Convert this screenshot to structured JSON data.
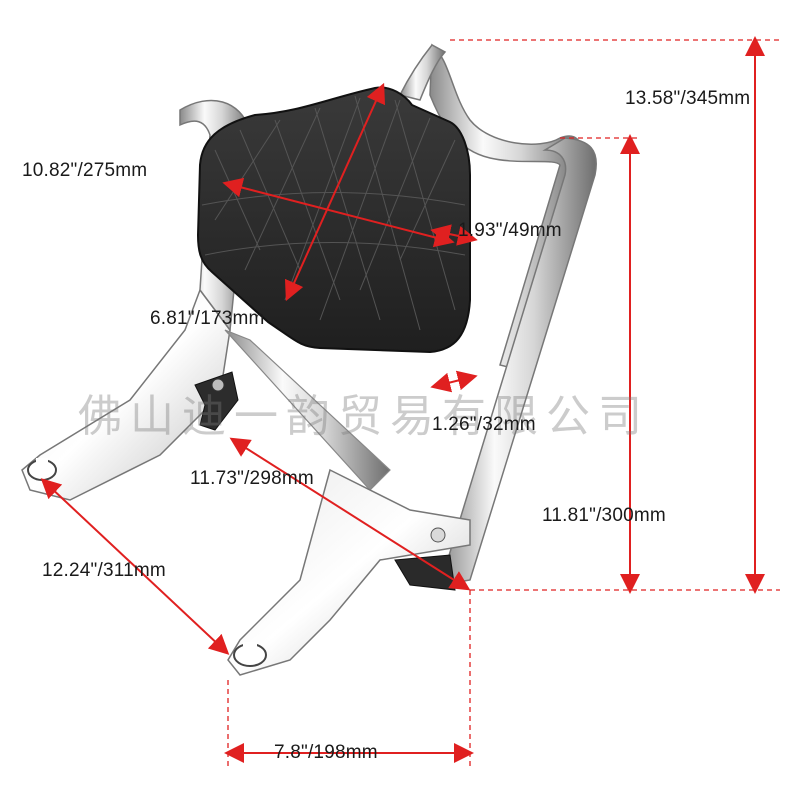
{
  "colors": {
    "dimension_line": "#e02020",
    "guide_line": "#e02020",
    "chrome_light": "#f2f2f2",
    "chrome_dark": "#7a7a7a",
    "pad": "#2b2b2b",
    "text": "#1a1a1a"
  },
  "dimensions": {
    "total_height": "13.58\"/345mm",
    "pad_width": "10.82\"/275mm",
    "pad_thickness": "1.93\"/49mm",
    "pad_height": "6.81\"/173mm",
    "tube_offset": "1.26\"/32mm",
    "inner_span": "11.73\"/298mm",
    "upright_height": "11.81\"/300mm",
    "mount_length": "12.24\"/311mm",
    "base_width": "7.8\"/198mm"
  },
  "watermark": "佛山迪一韵贸易有限公司"
}
